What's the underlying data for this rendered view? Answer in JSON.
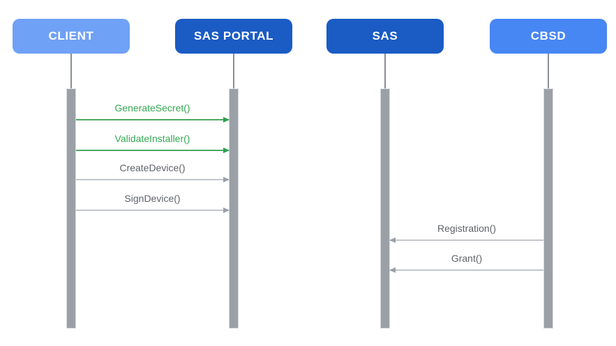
{
  "diagram": {
    "type": "sequence-diagram",
    "background": "#FFFFFF",
    "actors": [
      {
        "id": "client",
        "label": "CLIENT",
        "color": "#6FA1F6"
      },
      {
        "id": "sas-portal",
        "label": "SAS PORTAL",
        "color": "#1A5BC4"
      },
      {
        "id": "sas",
        "label": "SAS",
        "color": "#1A5BC4"
      },
      {
        "id": "cbsd",
        "label": "CBSD",
        "color": "#4787F4"
      }
    ],
    "messages": [
      {
        "label": "GenerateSecret()",
        "from": "CLIENT",
        "to": "SAS PORTAL",
        "direction": "right",
        "color": "#34A853"
      },
      {
        "label": "ValidateInstaller()",
        "from": "CLIENT",
        "to": "SAS PORTAL",
        "direction": "right",
        "color": "#34A853"
      },
      {
        "label": "CreateDevice()",
        "from": "CLIENT",
        "to": "SAS PORTAL",
        "direction": "right",
        "color": "#5F6368"
      },
      {
        "label": "SignDevice()",
        "from": "CLIENT",
        "to": "SAS PORTAL",
        "direction": "right",
        "color": "#5F6368"
      },
      {
        "label": "Registration()",
        "from": "CBSD",
        "to": "SAS",
        "direction": "left",
        "color": "#5F6368"
      },
      {
        "label": "Grant()",
        "from": "CBSD",
        "to": "SAS",
        "direction": "left",
        "color": "#5F6368"
      }
    ],
    "colors": {
      "activation_bar": "#9AA0A6",
      "lifeline": "#8A8F95",
      "green_message": "#34A853",
      "gray_message_text": "#5F6368",
      "gray_message_line": "#C2C6CA",
      "actor_text": "#FFFFFF"
    }
  }
}
